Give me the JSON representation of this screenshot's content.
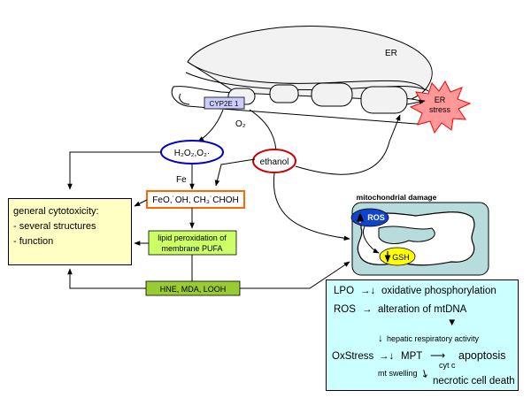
{
  "labels": {
    "er": "ER",
    "er_stress": [
      "ER",
      "stress"
    ],
    "cyp": "CYP2E 1",
    "o2": "O₂",
    "h2o2": "H₂O₂,O₂·",
    "fe": "Fe",
    "radicals": "FeO,˙OH, CH₃˙CHOH",
    "ethanol": "ethanol",
    "lipid_peroxidation": [
      "lipid peroxidation of",
      "membrane PUFA"
    ],
    "products": "HNE, MDA, LOOH",
    "mito_title": "mitochondrial damage",
    "ros": "ROS",
    "gsh": "GSH"
  },
  "cytotoxicity": {
    "title": "general cytotoxicity:",
    "items": [
      "- several structures",
      "- function"
    ]
  },
  "effects": {
    "lpo": "LPO",
    "oxidative_phosphorylation": "oxidative phosphorylation",
    "ros": "ROS",
    "mtdna": "alteration of mtDNA",
    "respiratory": "hepatic respiratory activity",
    "oxstress": "OxStress",
    "mpt": "MPT",
    "cytc": "cyt c",
    "apoptosis": "apoptosis",
    "swelling": "mt swelling",
    "necrotic": "necrotic cell death"
  },
  "colors": {
    "er_fill": "#f2f2f2",
    "cyp_fill": "#ccccff",
    "h2o2_border": "#0000cc",
    "radicals_border": "#ff6600",
    "ethanol_border": "#cc0000",
    "lipid_fill": "#ccff66",
    "products_fill": "#99cc33",
    "er_stress_fill": "#ff9999",
    "mito_panel": "#b8dcdc",
    "ros_fill": "#1144cc",
    "gsh_fill": "#ffff00",
    "cyto_fill": "#ffffc4",
    "effects_fill": "#ccffff"
  }
}
